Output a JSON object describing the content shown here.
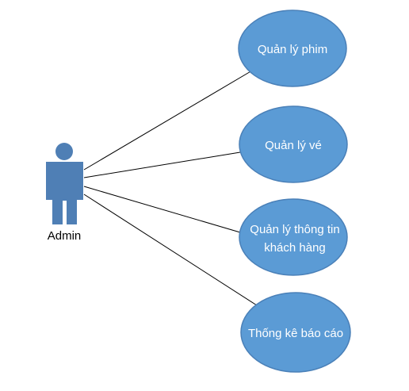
{
  "actor": {
    "label": "Admin",
    "icon": "person-icon"
  },
  "use_cases": [
    {
      "lines": [
        "Quản lý phim"
      ]
    },
    {
      "lines": [
        "Quản lý vé"
      ]
    },
    {
      "lines": [
        "Quản lý thông tin",
        "khách hàng"
      ]
    },
    {
      "lines": [
        "Thống kê báo cáo"
      ]
    }
  ],
  "colors": {
    "use_case_fill": "#5b9bd5",
    "use_case_stroke": "#4a80b8",
    "actor": "#4f7fb5",
    "line": "#000000",
    "use_case_text": "#ffffff"
  }
}
